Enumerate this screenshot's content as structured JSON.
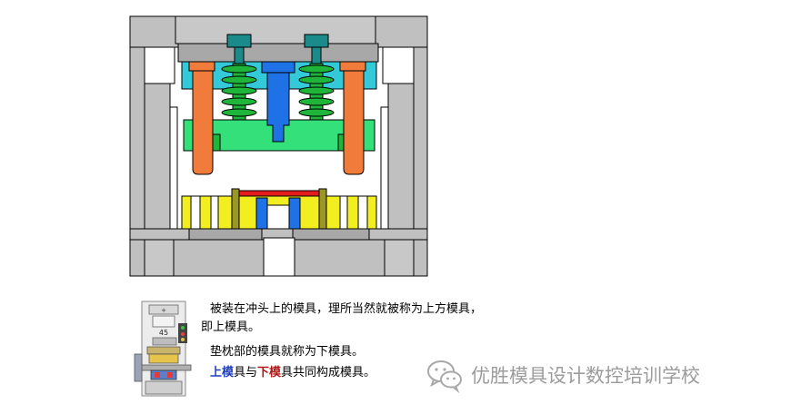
{
  "captions": {
    "line1": "被装在冲头上的模具，理所当然就被称为上方模具，",
    "line2": "即上模具。",
    "line3": "垫枕部的模具就称为下模具。",
    "line4": {
      "upper": "上模",
      "mid": "具与",
      "lower": "下模",
      "rest": "具共同构成模具。"
    }
  },
  "press_label": "45",
  "watermark": "优胜模具设计数控培训学校",
  "icons": {
    "watermark": "wechat-icon",
    "thumbnail": "press-machine-icon"
  },
  "colors": {
    "frame_gray": "#c0c0c0",
    "upper_plate_cyan": "#33c9d9",
    "guide_post_orange": "#f07b3b",
    "punch_blue": "#1e72e6",
    "spring_green": "#1fb53a",
    "stripper_green": "#33e07a",
    "bolt_teal": "#1a8a8a",
    "lower_plate_yellow": "#f2ee20",
    "stripper_bar_red": "#e31d1d",
    "pin_olive": "#9a9628"
  }
}
